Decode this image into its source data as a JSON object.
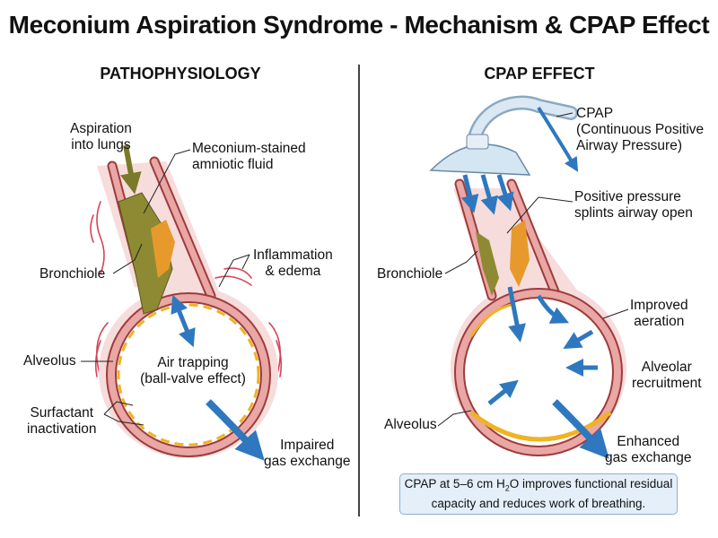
{
  "title": "Meconium Aspiration Syndrome - Mechanism & CPAP Effect",
  "left_panel": {
    "heading": "PATHOPHYSIOLOGY",
    "labels": {
      "aspiration": [
        "Aspiration",
        "into lungs"
      ],
      "meconium": [
        "Meconium-stained",
        "amniotic fluid"
      ],
      "inflammation": [
        "Inflammation",
        "& edema"
      ],
      "bronchiole": "Bronchiole",
      "alveolus": "Alveolus",
      "air_trapping": [
        "Air trapping",
        "(ball-valve effect)"
      ],
      "surfactant": [
        "Surfactant",
        "inactivation"
      ],
      "impaired": [
        "Impaired",
        "gas exchange"
      ]
    }
  },
  "right_panel": {
    "heading": "CPAP EFFECT",
    "labels": {
      "cpap": [
        "CPAP",
        "(Continuous Positive",
        "Airway Pressure)"
      ],
      "pressure": [
        "Positive pressure",
        "splints airway open"
      ],
      "bronchiole": "Bronchiole",
      "improved": [
        "Improved",
        "aeration"
      ],
      "recruitment": [
        "Alveolar",
        "recruitment"
      ],
      "alveolus": "Alveolus",
      "enhanced": [
        "Enhanced",
        "gas exchange"
      ]
    },
    "note": {
      "line1_pre": "CPAP at 5–6 cm H",
      "line1_sub": "2",
      "line1_post": "O improves functional residual",
      "line2": "capacity and reduces work of breathing."
    }
  },
  "colors": {
    "wall_pink": "#e9a7a5",
    "wall_outline": "#9e3b3b",
    "meconium": "#8e8a34",
    "inflammation": "#c8102e",
    "surfactant": "#f0b323",
    "arrow_blue": "#2f78bf",
    "mask": "#d5e6f3"
  }
}
